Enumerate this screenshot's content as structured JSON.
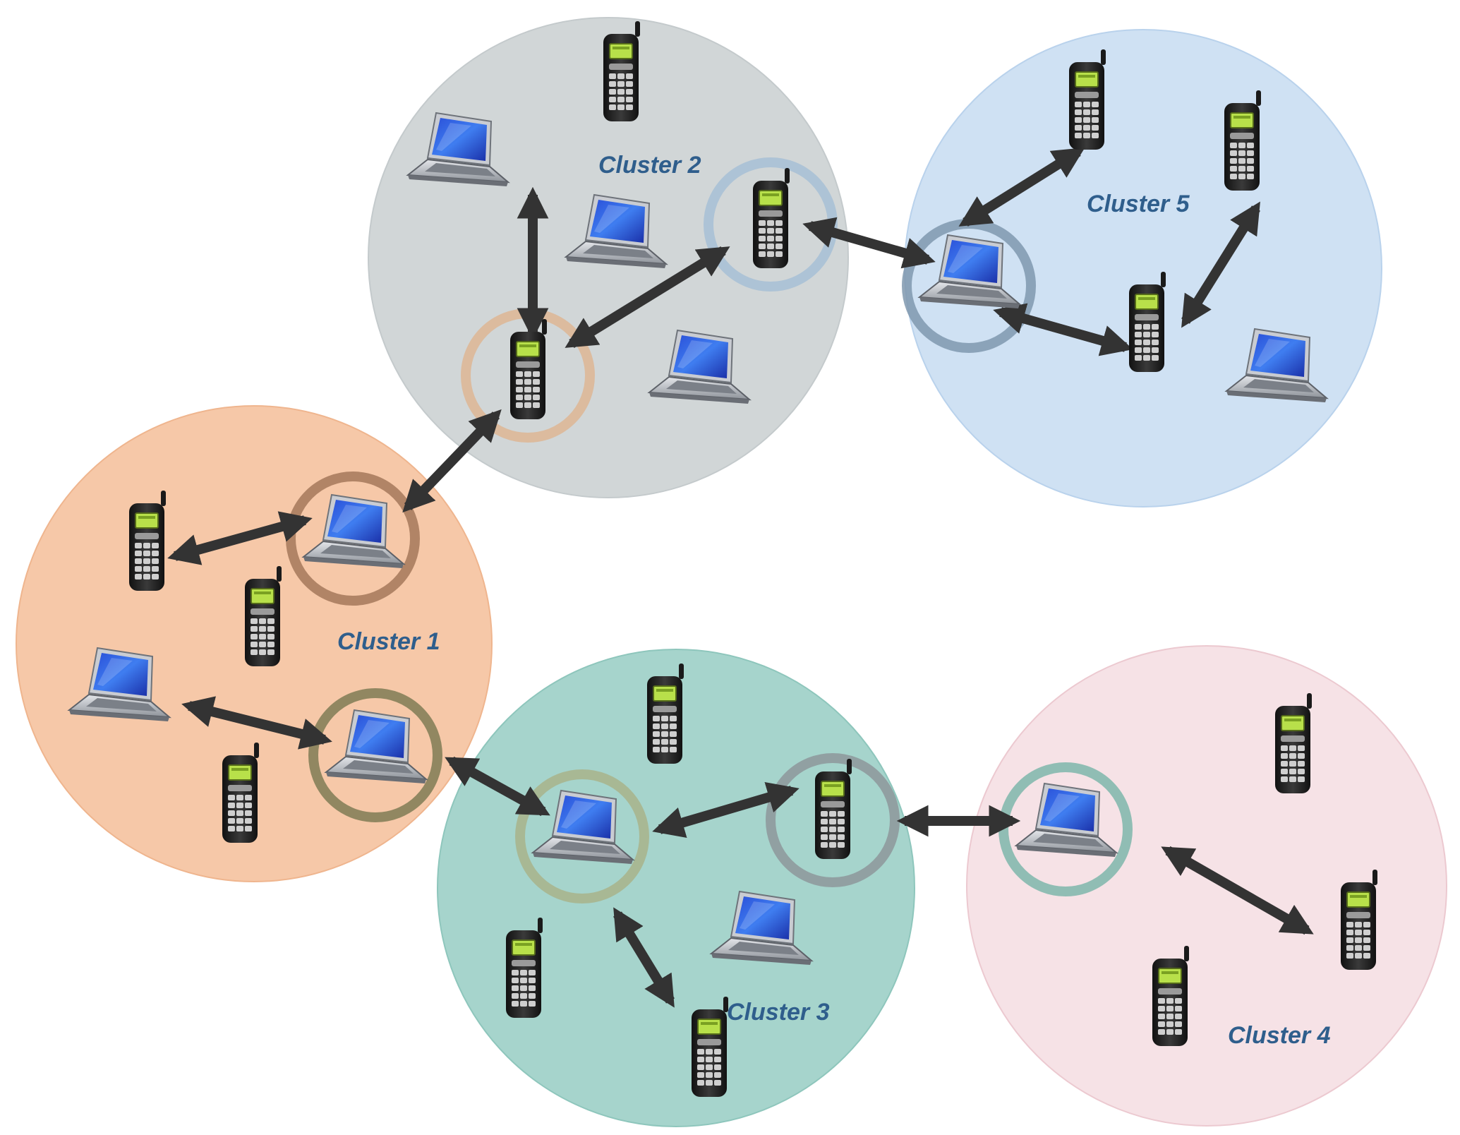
{
  "colors": {
    "cluster_1": "#f6c8a8",
    "cluster_2": "#d1d6d7",
    "cluster_3": "#a6d4cc",
    "cluster_4": "#f6e2e6",
    "cluster_5": "#cfe1f3",
    "label_text": "#2f5e8c",
    "link_arrow": "#333333"
  },
  "clusters": [
    {
      "id": "c1",
      "label": "Cluster 1"
    },
    {
      "id": "c2",
      "label": "Cluster 2"
    },
    {
      "id": "c3",
      "label": "Cluster 3"
    },
    {
      "id": "c4",
      "label": "Cluster 4"
    },
    {
      "id": "c5",
      "label": "Cluster 5"
    }
  ],
  "node_types": [
    "mobile-phone",
    "laptop"
  ],
  "node_roles": [
    "cluster-head",
    "member"
  ]
}
